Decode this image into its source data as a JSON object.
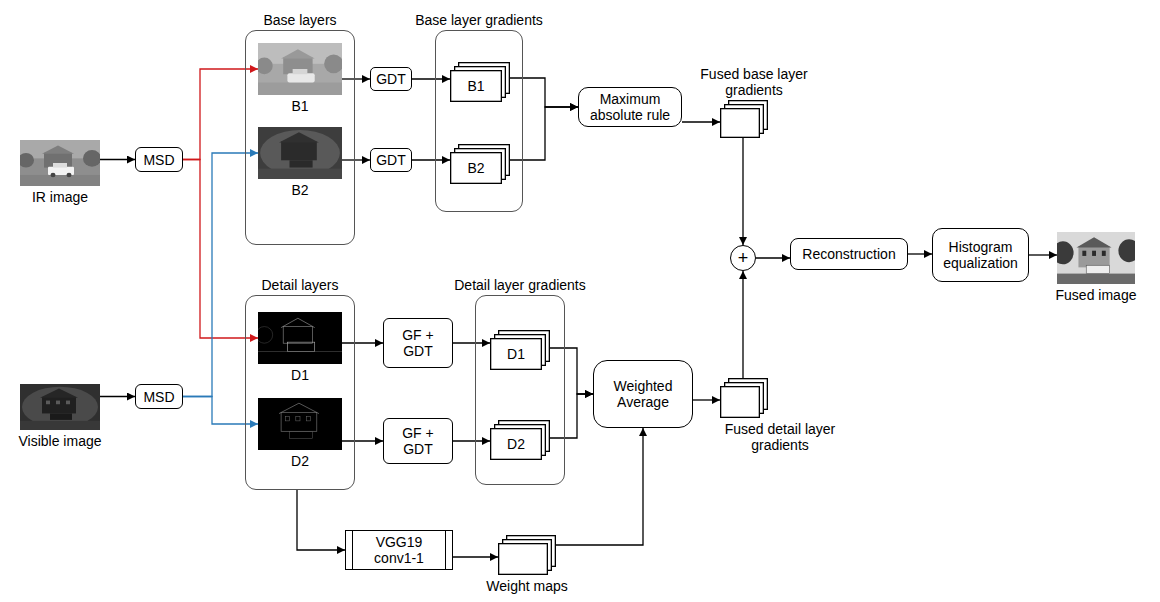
{
  "diagram": {
    "nodes": [
      {
        "text": [
          "IR image"
        ]
      },
      {
        "text": [
          "MSD"
        ]
      },
      {
        "text": [
          "Visible image"
        ]
      },
      {
        "text": [
          "MSD"
        ]
      },
      {
        "text": [
          "Base layers"
        ]
      },
      {
        "text": [
          "B1"
        ],
        "in": 4
      },
      {
        "text": [
          "B2"
        ],
        "in": 4
      },
      {
        "text": [
          "GDT"
        ]
      },
      {
        "text": [
          "GDT"
        ]
      },
      {
        "text": [
          "Base layer gradients"
        ]
      },
      {
        "text": [
          "B1"
        ],
        "in": 9
      },
      {
        "text": [
          "B2"
        ],
        "in": 9
      },
      {
        "text": [
          "Maximum absolute rule"
        ]
      },
      {
        "text": [
          "Fused base layer gradients"
        ]
      },
      {
        "text": [
          "Detail layers"
        ]
      },
      {
        "text": [
          "D1"
        ],
        "in": 14
      },
      {
        "text": [
          "D2"
        ],
        "in": 14
      },
      {
        "text": [
          "GF + GDT"
        ]
      },
      {
        "text": [
          "GF + GDT"
        ]
      },
      {
        "text": [
          "Detail layer gradients"
        ]
      },
      {
        "text": [
          "D1"
        ],
        "in": 19
      },
      {
        "text": [
          "D2"
        ],
        "in": 19
      },
      {
        "text": [
          "Weighted Average"
        ]
      },
      {
        "text": [
          "Fused detail layer gradients"
        ]
      },
      {
        "text": [
          "VGG19 conv1-1"
        ]
      },
      {
        "text": [
          "Weight maps"
        ]
      },
      {
        "text": [
          "+"
        ]
      },
      {
        "text": [
          "Reconstruction"
        ]
      },
      {
        "text": [
          "Histogram equalization"
        ]
      },
      {
        "text": [
          "Fused image"
        ]
      }
    ],
    "edges": [
      {
        "from": 0,
        "to": 1,
        "arrow": "to"
      },
      {
        "from": 1,
        "to": 5,
        "arrow": "to"
      },
      {
        "from": 1,
        "to": 15,
        "arrow": "to"
      },
      {
        "from": 2,
        "to": 3,
        "arrow": "to"
      },
      {
        "from": 3,
        "to": 6,
        "arrow": "to"
      },
      {
        "from": 3,
        "to": 16,
        "arrow": "to"
      },
      {
        "from": 5,
        "to": 7,
        "arrow": "to"
      },
      {
        "from": 7,
        "to": 10,
        "arrow": "to"
      },
      {
        "from": 6,
        "to": 8,
        "arrow": "to"
      },
      {
        "from": 8,
        "to": 11,
        "arrow": "to"
      },
      {
        "from": 10,
        "to": 12,
        "arrow": "to"
      },
      {
        "from": 11,
        "to": 12,
        "arrow": "to"
      },
      {
        "from": 12,
        "to": 13,
        "arrow": "to"
      },
      {
        "from": 13,
        "to": 26,
        "arrow": "to"
      },
      {
        "from": 15,
        "to": 17,
        "arrow": "to"
      },
      {
        "from": 17,
        "to": 20,
        "arrow": "to"
      },
      {
        "from": 16,
        "to": 18,
        "arrow": "to"
      },
      {
        "from": 18,
        "to": 21,
        "arrow": "to"
      },
      {
        "from": 20,
        "to": 22,
        "arrow": "to"
      },
      {
        "from": 21,
        "to": 22,
        "arrow": "to"
      },
      {
        "from": 22,
        "to": 23,
        "arrow": "to"
      },
      {
        "from": 23,
        "to": 26,
        "arrow": "to"
      },
      {
        "from": 14,
        "to": 24,
        "arrow": "to"
      },
      {
        "from": 24,
        "to": 25,
        "arrow": "to"
      },
      {
        "from": 25,
        "to": 22,
        "arrow": "to"
      },
      {
        "from": 26,
        "to": 27,
        "arrow": "to"
      },
      {
        "from": 27,
        "to": 28,
        "arrow": "to"
      },
      {
        "from": 28,
        "to": 29,
        "arrow": "to"
      }
    ]
  }
}
